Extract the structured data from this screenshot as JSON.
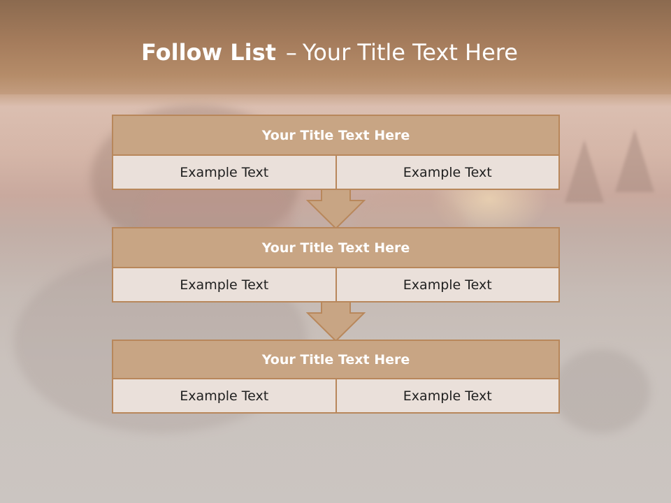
{
  "header": {
    "title_bold": "Follow List",
    "title_dash": "–",
    "title_rest": "Your Title Text Here"
  },
  "flow": [
    {
      "title": "Your Title Text Here",
      "left": "Example Text",
      "right": "Example Text"
    },
    {
      "title": "Your Title Text Here",
      "left": "Example Text",
      "right": "Example Text"
    },
    {
      "title": "Your Title Text Here",
      "left": "Example Text",
      "right": "Example Text"
    }
  ],
  "colors": {
    "header_band": "#a57c5c",
    "block_border": "#b8875b",
    "block_title_bg": "#c8a584",
    "block_cell_bg": "#eae0da",
    "arrow_fill": "#c8a584"
  }
}
